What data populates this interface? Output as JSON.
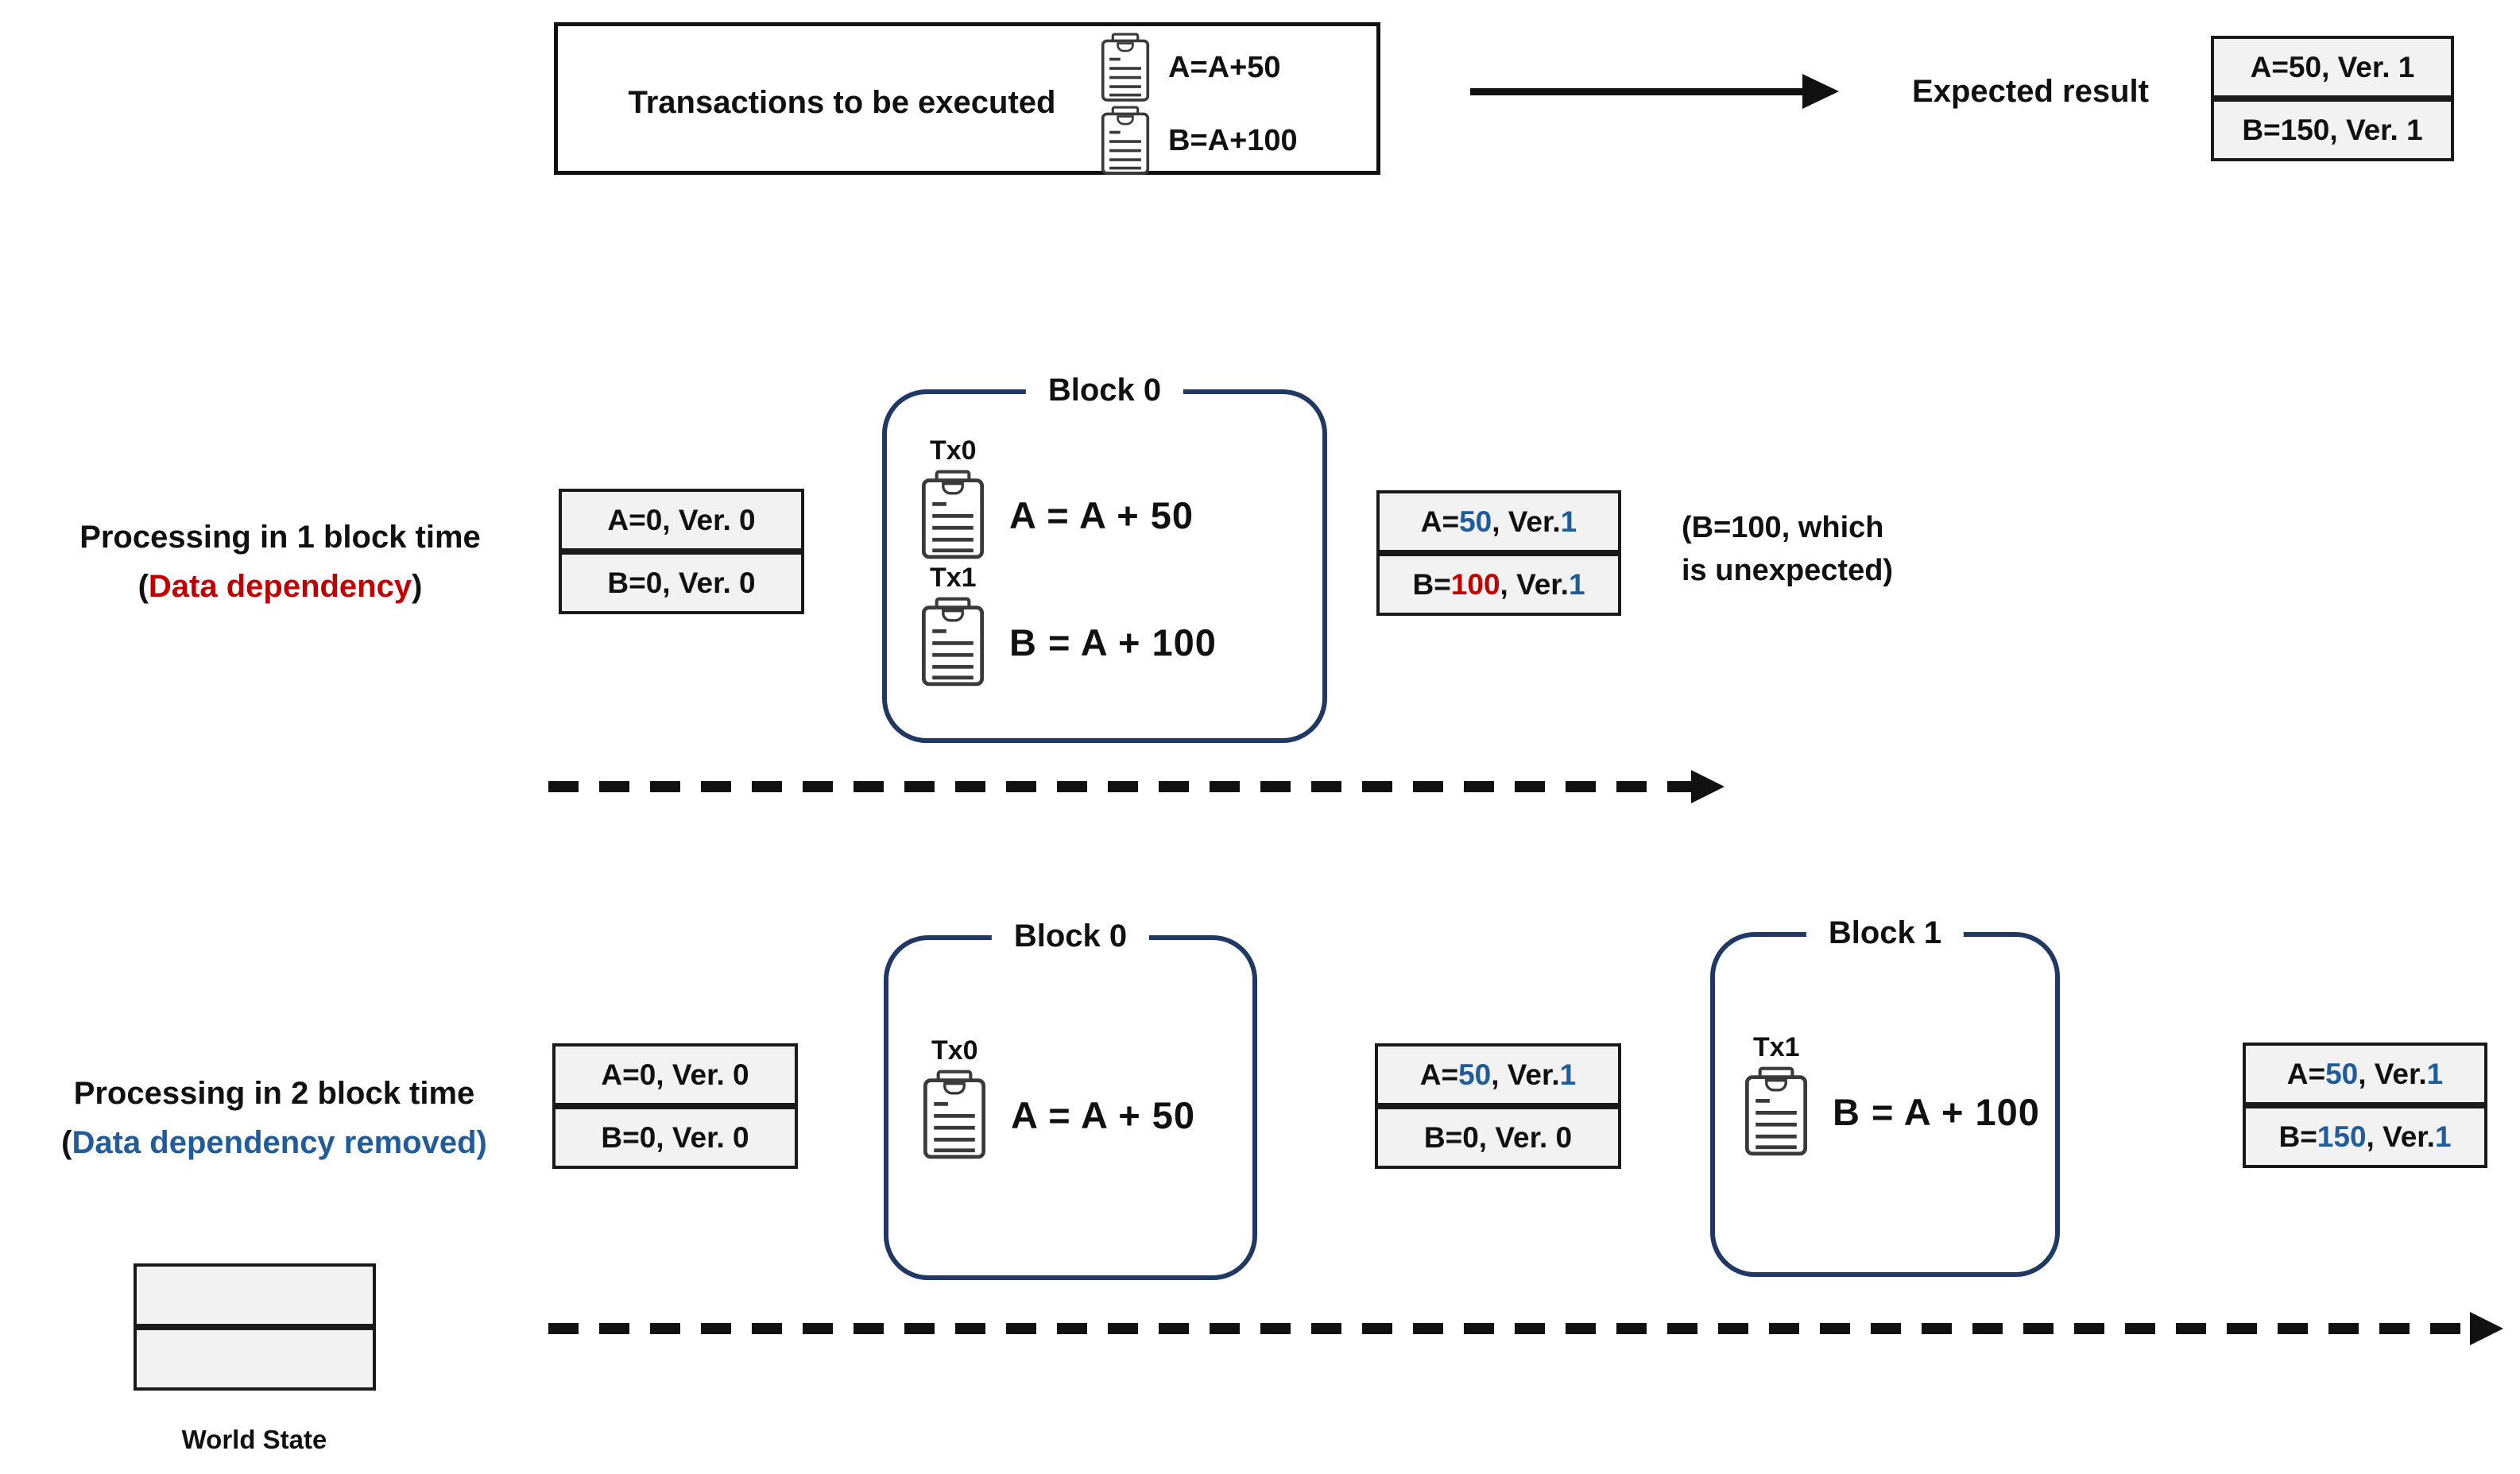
{
  "colors": {
    "value_blue": "#1F5C99",
    "alert_red": "#C00000",
    "block_border_navy": "#1F3864"
  },
  "top": {
    "box_label": "Transactions to be executed",
    "tx_a": "A=A+50",
    "tx_b": "B=A+100",
    "expected_label": "Expected result",
    "expected_row_a": "A=50, Ver. 1",
    "expected_row_b": "B=150, Ver. 1"
  },
  "scenario1": {
    "title": "Processing in 1 block time",
    "paren_open": "(",
    "subtitle": "Data dependency",
    "paren_close": ")",
    "initial_row_a": "A=0, Ver. 0",
    "initial_row_b": "B=0, Ver. 0",
    "block0_title": "Block 0",
    "tx0_label": "Tx0",
    "tx0_code": "A = A + 50",
    "tx1_label": "Tx1",
    "tx1_code": "B = A + 100",
    "result_a_prefix": "A=",
    "result_a_value": "50",
    "result_a_mid": ", Ver. ",
    "result_a_ver": "1",
    "result_b_prefix": "B=",
    "result_b_value": "100",
    "result_b_mid": ", Ver. ",
    "result_b_ver": "1",
    "note_line1": "(B=100, which",
    "note_line2": "is unexpected)"
  },
  "scenario2": {
    "title": "Processing in 2 block time",
    "paren_open": "(",
    "subtitle": "Data dependency removed",
    "paren_close": ")",
    "initial_row_a": "A=0, Ver. 0",
    "initial_row_b": "B=0, Ver. 0",
    "block0_title": "Block 0",
    "tx0_label": "Tx0",
    "tx0_code": "A = A + 50",
    "mid_a_prefix": "A=",
    "mid_a_value": "50",
    "mid_a_mid": ", Ver. ",
    "mid_a_ver": "1",
    "mid_row_b": "B=0, Ver. 0",
    "block1_title": "Block 1",
    "tx1_label": "Tx1",
    "tx1_code": "B = A + 100",
    "final_a_prefix": "A=",
    "final_a_value": "50",
    "final_a_mid": ", Ver. ",
    "final_a_ver": "1",
    "final_b_prefix": "B=",
    "final_b_value": "150",
    "final_b_mid": ", Ver. ",
    "final_b_ver": "1"
  },
  "legend": {
    "world_state_label": "World State"
  }
}
